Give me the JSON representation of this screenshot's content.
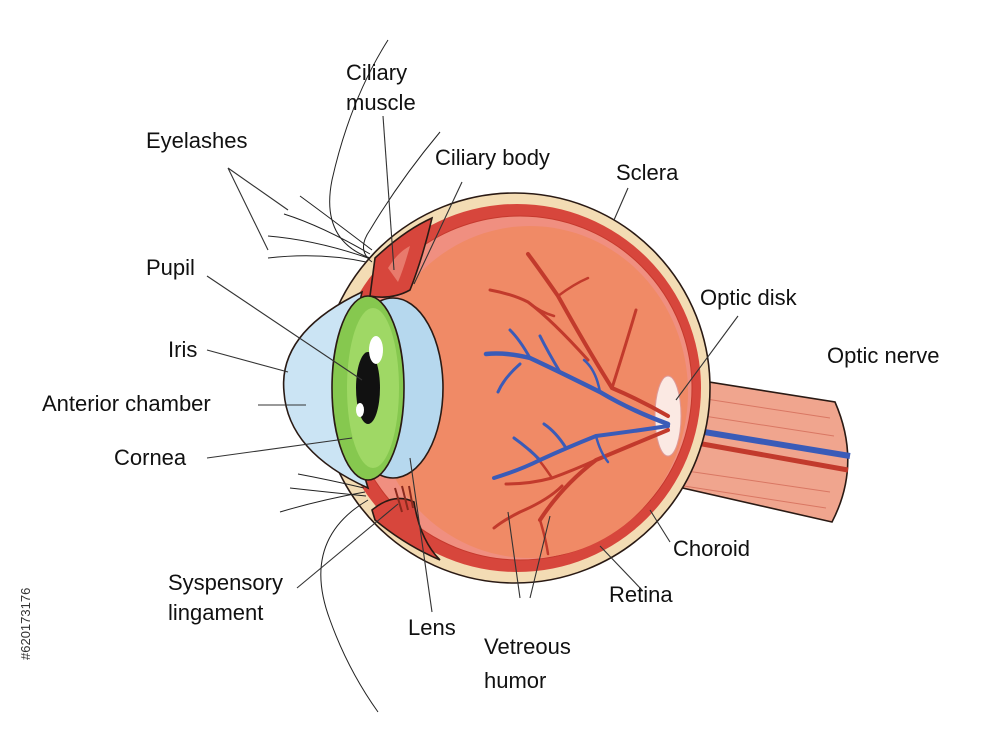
{
  "labels": {
    "ciliary_muscle_1": "Ciliary",
    "ciliary_muscle_2": "muscle",
    "eyelashes": "Eyelashes",
    "ciliary_body": "Ciliary body",
    "sclera": "Sclera",
    "pupil": "Pupil",
    "optic_disk": "Optic disk",
    "optic_nerve": "Optic nerve",
    "iris": "Iris",
    "anterior_chamber": "Anterior chamber",
    "cornea": "Cornea",
    "choroid": "Choroid",
    "suspensory_1": "Syspensory",
    "suspensory_2": "lingament",
    "retina": "Retina",
    "lens": "Lens",
    "vitreous_1": "Vetreous",
    "vitreous_2": "humor"
  },
  "stock_id": "#620173176",
  "colors": {
    "sclera": "#f3dcb4",
    "choroid": "#d7463c",
    "retina": "#f08f80",
    "vitreous": "#f08a66",
    "iris": "#86c84f",
    "lens": "#b6d8ee",
    "cornea": "#cbe4f4",
    "artery": "#c23a2c",
    "vein": "#3a5bb8",
    "optic_nerve": "#f0a58e"
  }
}
